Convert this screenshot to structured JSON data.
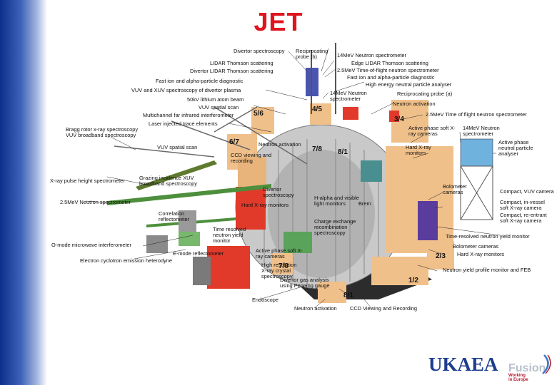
{
  "title": "JET",
  "colors": {
    "title_red": "#e0141e",
    "sidebar_blue": "#0c2f8a",
    "logo_blue": "#1d3d8f",
    "box_tan": "#f0c08a",
    "box_red": "#e13a2a",
    "label_box_fill": "#ffffff"
  },
  "octants": [
    "5/6",
    "4/5",
    "3/4",
    "6/7",
    "7/8",
    "8/1",
    "7/8",
    "2/3",
    "1/2",
    "8/1"
  ],
  "labels": {
    "divertor_spectroscopy": "Divertor spectroscopy",
    "reciprocating_probe_b": "Reciprocating probe (b)",
    "neutron_spec_14mev_top": "14MeV Neutron spectrometer",
    "lidar_thomson": "LIDAR Thomson scattering",
    "edge_lidar": "Edge LIDAR Thomson scattering",
    "divertor_lidar": "Divertor LIDAR Thomson scattering",
    "tof_25mev": "2.5MeV Time-of-flight neutron spectrometer",
    "fast_ion_alpha_left": "Fast ion and alpha-particle diagnostic",
    "fast_ion_alpha_right": "Fast ion and alpha-particle diagnostic",
    "high_energy_analyser": "High energy neutral particle analyser",
    "vuv_xuv_divertor": "VUV and XUV spectroscopy of divertor plasma",
    "neutron_spec_14mev_mid": "14MeV Neutron spectrometer",
    "reciprocating_probe_a": "Reciprocating probe (a)",
    "lithium_beam": "50kV lithium atom beam",
    "neutron_activation_top": "Neutron activation",
    "vuv_spatial_top": "VUV spatial scan",
    "tof_25mev_right": "2.5MeV Time of flight neutron spectrometer",
    "multichannel_ir": "Multichannel far infrared interferometer",
    "laser_injected": "Laser injected trace elements",
    "bragg_rotor": "Bragg rotor x-ray spectroscopy",
    "vuv_broadband": "VUV broadband spectroscopy",
    "active_phase_top": "Active phase soft X-ray cameras",
    "neutron_spec_14mev_right": "14MeV Neutron spectrometer",
    "neutron_activation_mid": "Neutron activation",
    "vuv_spatial_left": "VUV spatial scan",
    "ccd_viewing_recording_mid": "CCD viewing and recording",
    "hard_xray_monitors_right": "Hard X-ray monitors",
    "active_phase_neutral": "Active phase neutral particle analyser",
    "xray_pulse_height": "X-ray pulse height spectrometer",
    "grazing_xuv": "Grazing incidence XUV broadband spectroscopy",
    "bolometer_cameras_top": "Bolometer cameras",
    "compact_vuv_camera": "Compact, VUV camera",
    "neutron_spec_25mev_left": "2.5MeV Neutron spectrometer",
    "divertor_spectroscopy_mid": "Divertor spectroscopy",
    "hard_xray_monitors_mid": "Hard X-ray monitors",
    "h_alpha": "H-alpha and visible light monitors",
    "bremsstrahlung": "Brem",
    "compact_invessel": "Compact, in-vessel soft X-ray camera",
    "correlation_reflectometer": "Correlation reflectometer",
    "compact_reentrant": "Compact, re-entrant soft X-ray camera",
    "time_resolved_monitor": "Time resolved neutron yield monitor",
    "charge_exchange": "Charge exchange recombination spectroscopy",
    "omode_interferometer": "O-mode microwave interferometer",
    "time_resolved_monitor_right": "Time-resolved neutron yield monitor",
    "emode_reflectometer": "E-mode reflectometer",
    "active_phase_bottom": "Active phase soft X-ray cameras",
    "bolometer_cameras_bottom": "Bolometer cameras",
    "electron_cyclotron": "Electron cyclotron emission heterodyne",
    "hard_xray_monitors_bottom": "Hard X-ray monitors",
    "high_resolution_xray": "High resolution X-ray crystal spectroscopy",
    "neutron_profile_monitor": "Neutron yield profile monitor and FEB",
    "divertor_gas_analysis": "Divertor gas analysis using Penning gauge",
    "endoscope": "Endoscope",
    "neutron_activation_bottom": "Neutron activation",
    "ccd_viewing_recording_bottom": "CCD Viewing and Recording"
  },
  "logo": {
    "main": "UKAEA",
    "fusion": "Fusion",
    "sub1": "Working",
    "sub2": "in Europe"
  }
}
